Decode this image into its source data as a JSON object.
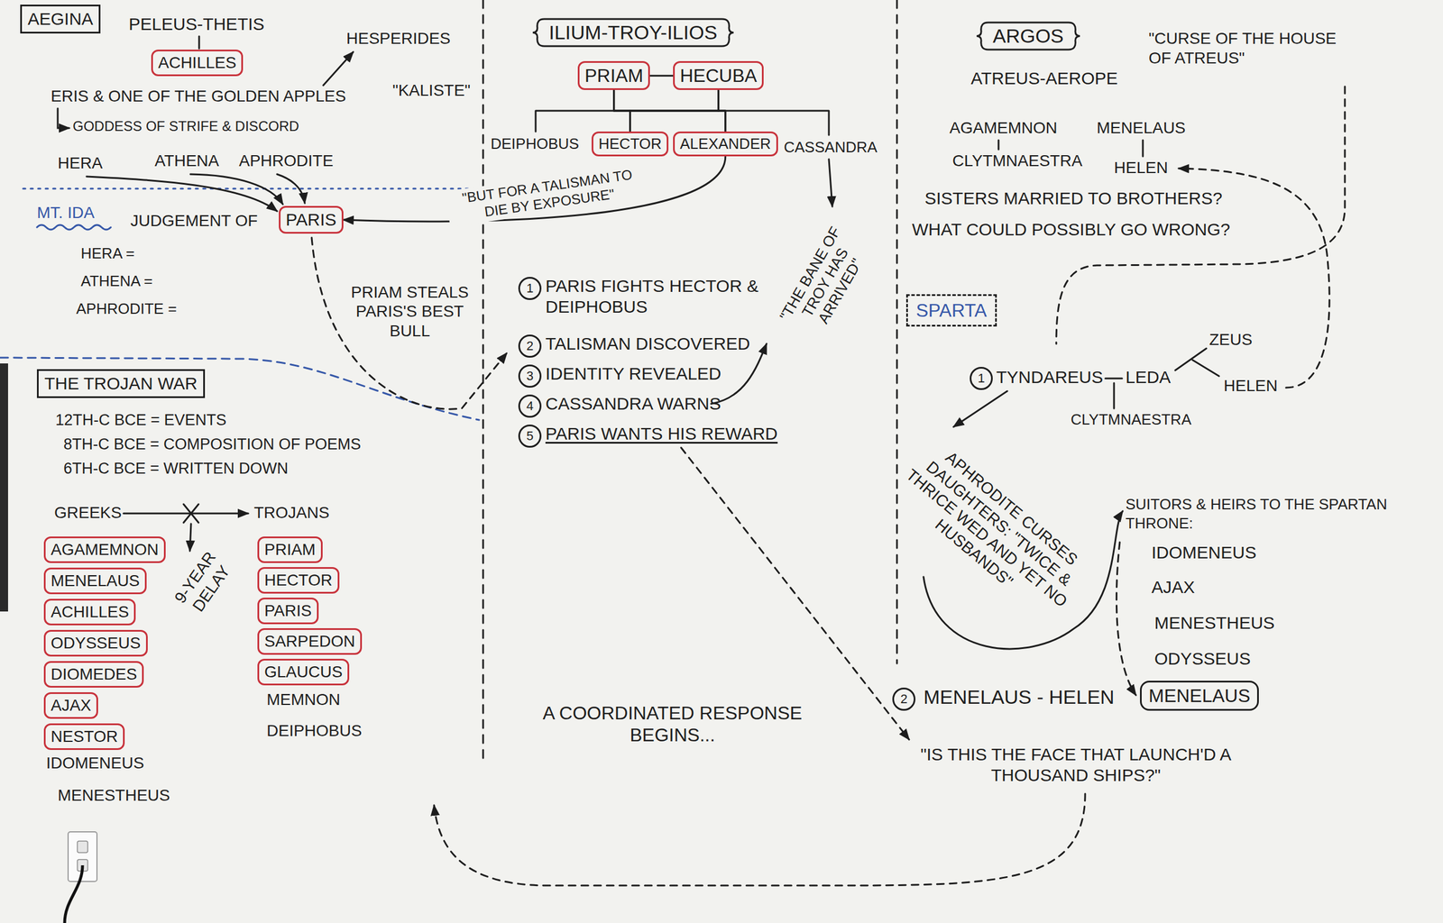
{
  "diagram": {
    "nodes": [
      {
        "text": [
          "AEGINA"
        ]
      },
      {
        "text": [
          "ACHILLES"
        ]
      },
      {
        "text": [
          "PARIS"
        ]
      },
      {
        "text": [
          "THE TROJAN WAR"
        ]
      },
      {
        "text": [
          "AGAMEMNON"
        ]
      },
      {
        "text": [
          "MENELAUS"
        ]
      },
      {
        "text": [
          "ACHILLES"
        ]
      },
      {
        "text": [
          "ODYSSEUS"
        ]
      },
      {
        "text": [
          "DIOMEDES"
        ]
      },
      {
        "text": [
          "AJAX"
        ]
      },
      {
        "text": [
          "NESTOR"
        ]
      },
      {
        "text": [
          "PRIAM"
        ]
      },
      {
        "text": [
          "HECTOR"
        ]
      },
      {
        "text": [
          "PARIS"
        ]
      },
      {
        "text": [
          "SARPEDON"
        ]
      },
      {
        "text": [
          "GLAUCUS"
        ]
      },
      {
        "text": [
          "ILIUM-TROY-ILIOS"
        ]
      },
      {
        "text": [
          "PRIAM"
        ]
      },
      {
        "text": [
          "HECUBA"
        ]
      },
      {
        "text": [
          "HECTOR"
        ]
      },
      {
        "text": [
          "ALEXANDER"
        ]
      },
      {
        "text": [
          "ARGOS"
        ]
      },
      {
        "text": [
          "SPARTA"
        ]
      },
      {
        "text": [
          "MENELAUS"
        ]
      }
    ],
    "edges": [
      {
        "from": 17,
        "to": 18,
        "arrow": "none"
      },
      {
        "from": 17,
        "to": 19,
        "arrow": "none"
      },
      {
        "from": 17,
        "to": 20,
        "arrow": "none"
      },
      {
        "from": 18,
        "to": 19,
        "arrow": "none"
      },
      {
        "from": 18,
        "to": 20,
        "arrow": "none"
      },
      {
        "from": 20,
        "to": 2,
        "label": "\"BUT FOR A TALISMAN TO DIE BY EXPOSURE\"",
        "arrow": "to"
      }
    ],
    "labels": [
      "PELEUS-THETIS",
      "HESPERIDES",
      "ERIS & ONE OF THE GOLDEN APPLES",
      "\"KALISTE\"",
      "GODDESS OF STRIFE & DISCORD",
      "HERA",
      "ATHENA",
      "APHRODITE",
      "MT. IDA",
      "JUDGEMENT OF",
      "HERA =",
      "ATHENA =",
      "APHRODITE =",
      "12TH-C BCE = EVENTS",
      "8TH-C BCE = COMPOSITION OF POEMS",
      "6TH-C BCE = WRITTEN DOWN",
      "GREEKS",
      "TROJANS",
      "9-YEAR DELAY",
      "IDOMENEUS",
      "MENESTHEUS",
      "MEMNON",
      "DEIPHOBUS",
      "DEIPHOBUS",
      "CASSANDRA",
      "\"THE BANE OF TROY HAS ARRIVED\"",
      "PRIAM STEALS PARIS'S BEST BULL",
      "1",
      "PARIS FIGHTS HECTOR & DEIPHOBUS",
      "2",
      "TALISMAN DISCOVERED",
      "3",
      "IDENTITY REVEALED",
      "4",
      "CASSANDRA WARNS",
      "5",
      "PARIS WANTS HIS REWARD",
      "A COORDINATED RESPONSE BEGINS...",
      "\"CURSE OF THE HOUSE OF ATREUS\"",
      "ATREUS-AEROPE",
      "AGAMEMNON",
      "CLYTMNAESTRA",
      "MENELAUS",
      "HELEN",
      "SISTERS MARRIED TO BROTHERS?",
      "WHAT COULD POSSIBLY GO WRONG?",
      "1",
      "TYNDAREUS",
      "LEDA",
      "ZEUS",
      "HELEN",
      "CLYTMNAESTRA",
      "APHRODITE CURSES DAUGHTERS: \"TWICE & THRICE WED AND YET NO HUSBANDS\"",
      "SUITORS & HEIRS TO THE SPARTAN THRONE:",
      "IDOMENEUS",
      "AJAX",
      "MENESTHEUS",
      "ODYSSEUS",
      "2",
      "MENELAUS - HELEN",
      "\"IS THIS THE FACE THAT LAUNCH'D A THOUSAND SHIPS?\""
    ]
  }
}
